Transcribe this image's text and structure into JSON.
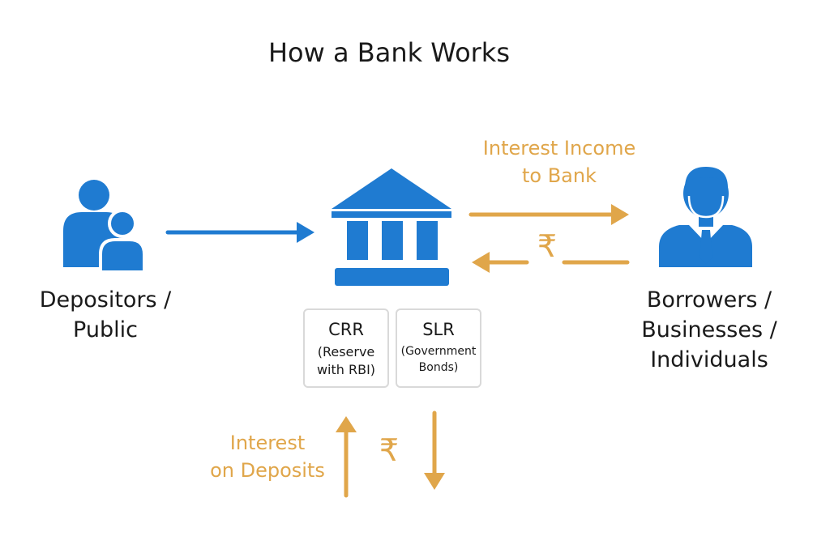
{
  "title": "How a Bank Works",
  "depositors": {
    "line1": "Depositors /",
    "line2": "Public",
    "icon": "family-icon"
  },
  "bank": {
    "icon": "bank-building-icon"
  },
  "borrowers": {
    "line1": "Borrowers /",
    "line2": "Businesses /",
    "line3": "Individuals",
    "icon": "businessman-icon"
  },
  "interest_income": {
    "line1": "Interest Income",
    "line2": "to Bank"
  },
  "interest_deposits": {
    "line1": "Interest",
    "line2": "on Deposits"
  },
  "crr": {
    "title": "CRR",
    "line1": "(Reserve",
    "line2": "with RBI)"
  },
  "slr": {
    "title": "SLR",
    "line1": "(Government",
    "line2": "Bonds)"
  },
  "currency_symbol": "₹",
  "colors": {
    "blue": "#1f7bd1",
    "gold": "#e0a64a",
    "text": "#1a1a1a",
    "box_border": "#d9d9d9"
  }
}
